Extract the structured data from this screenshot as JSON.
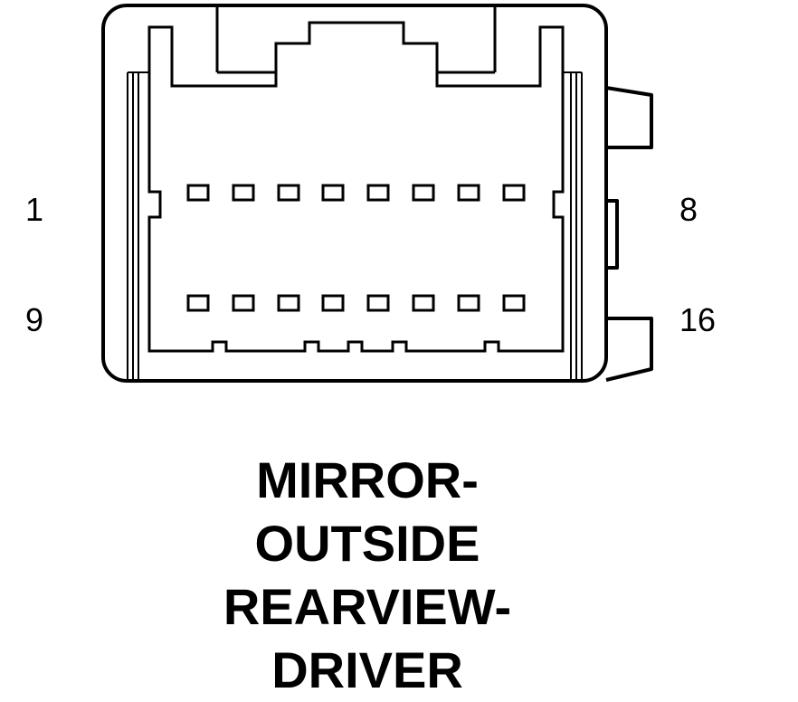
{
  "pin_labels": {
    "top_left": "1",
    "top_right": "8",
    "bottom_left": "9",
    "bottom_right": "16"
  },
  "pins": {
    "row1": [
      "1",
      "2",
      "3",
      "4",
      "5",
      "6",
      "7",
      "8"
    ],
    "row2": [
      "9",
      "10",
      "11",
      "12",
      "13",
      "14",
      "15",
      "16"
    ]
  },
  "caption": {
    "line1": "MIRROR-",
    "line2": "OUTSIDE",
    "line3": "REARVIEW-",
    "line4": "DRIVER"
  }
}
